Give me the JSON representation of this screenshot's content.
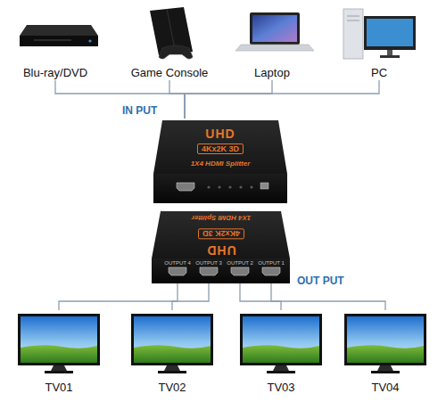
{
  "diagram": {
    "nodes": [
      {
        "text": [
          "Blu-ray/DVD"
        ]
      },
      {
        "text": [
          "Game Console"
        ]
      },
      {
        "text": [
          "Laptop"
        ]
      },
      {
        "text": [
          "PC"
        ]
      },
      {
        "text": [
          "UHD",
          "4Kx2K 3D",
          "1X4 HDMI Splitter"
        ]
      },
      {
        "text": [
          "UHD",
          "4Kx2K 3D",
          "1X4 HDMI Splitter"
        ]
      },
      {
        "text": [
          "TV01"
        ]
      },
      {
        "text": [
          "TV02"
        ]
      },
      {
        "text": [
          "TV03"
        ]
      },
      {
        "text": [
          "TV04"
        ]
      }
    ],
    "edges": [
      {
        "from": 0,
        "to": 4,
        "arrow": "none"
      },
      {
        "from": 1,
        "to": 4,
        "arrow": "none"
      },
      {
        "from": 2,
        "to": 4,
        "arrow": "none"
      },
      {
        "from": 3,
        "to": 4,
        "arrow": "none"
      },
      {
        "from": 5,
        "to": 6,
        "arrow": "none"
      },
      {
        "from": 5,
        "to": 7,
        "arrow": "none"
      },
      {
        "from": 5,
        "to": 8,
        "arrow": "none"
      },
      {
        "from": 5,
        "to": 9,
        "arrow": "none"
      }
    ],
    "labels": [
      "IN PUT",
      "OUT PUT",
      "OUTPUT 4",
      "OUTPUT 3",
      "OUTPUT 2",
      "OUTPUT 1"
    ]
  }
}
